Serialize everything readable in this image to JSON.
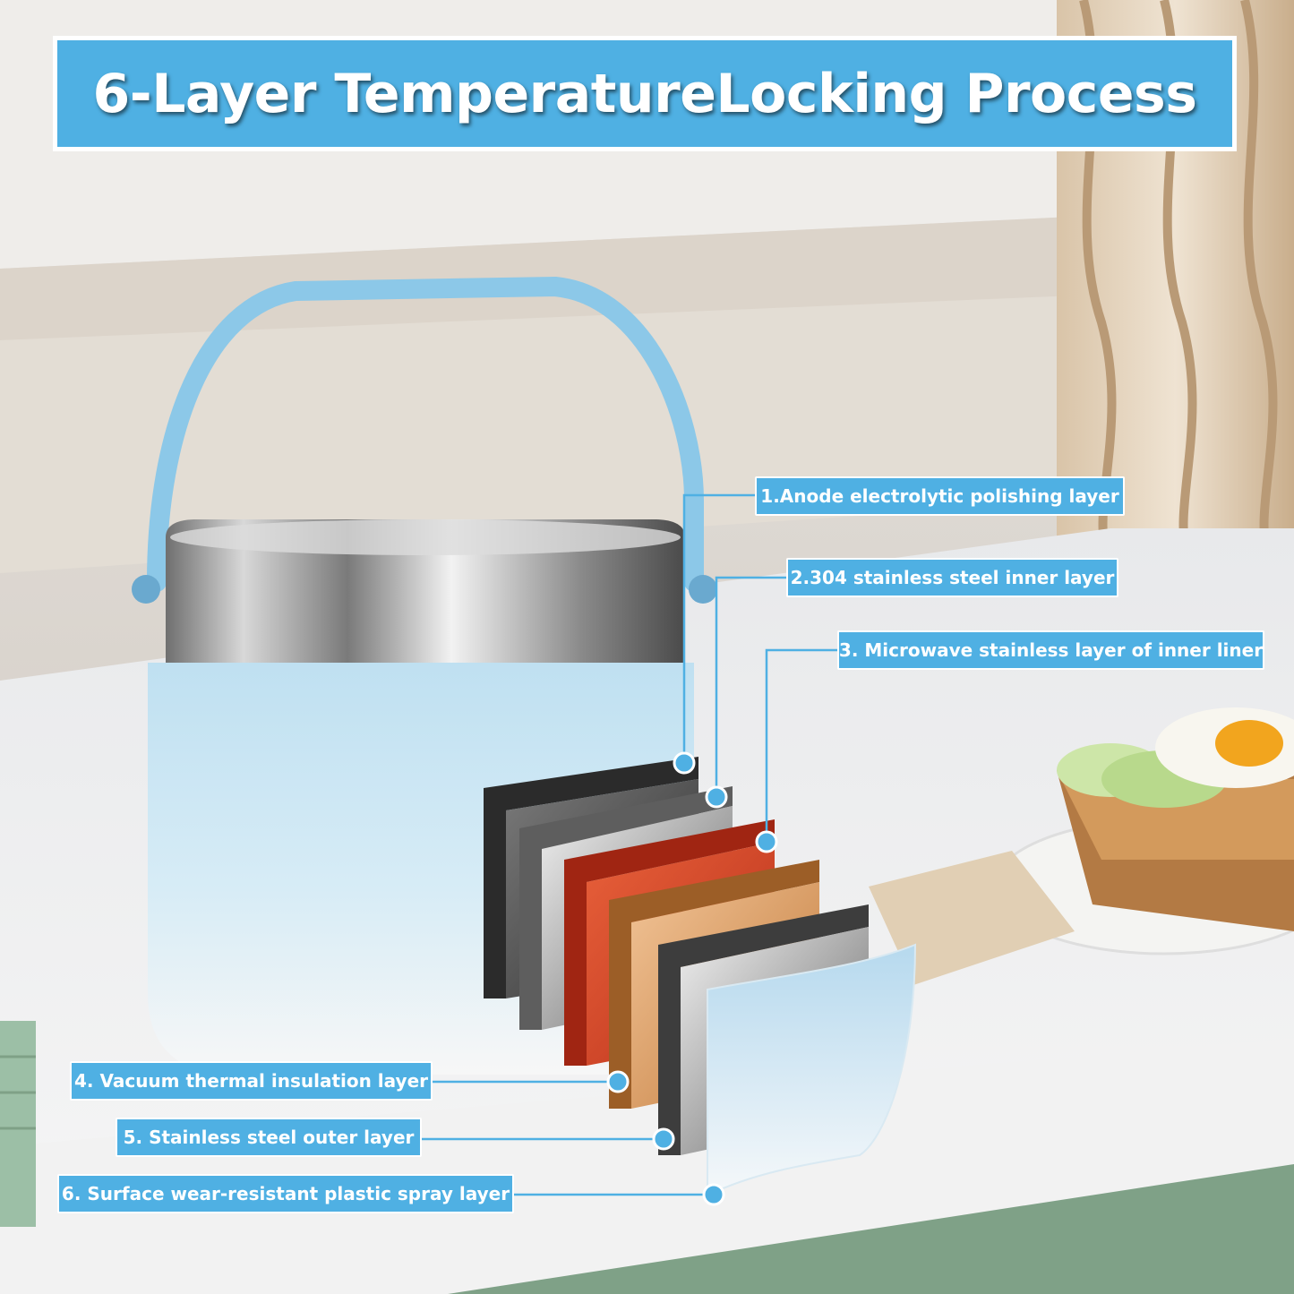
{
  "title": "6-Layer TemperatureLocking Process",
  "layers": [
    {
      "label": "1.Anode electrolytic polishing layer",
      "color": "#4a4a4a"
    },
    {
      "label": "2.304 stainless steel inner layer",
      "color": "#b9b9b9"
    },
    {
      "label": "3. Microwave stainless layer of inner liner",
      "color": "#d94a28"
    },
    {
      "label": "4. Vacuum thermal insulation layer",
      "color": "#d9924f"
    },
    {
      "label": "5. Stainless steel outer layer",
      "color": "#c9c9c9"
    },
    {
      "label": "6. Surface wear-resistant plastic spray layer",
      "color": "#cfe6f3"
    }
  ],
  "colors": {
    "accent": "#4fb0e3",
    "handle": "#8cc8e8",
    "body_top": "#bfe0f1",
    "body_bottom": "#f4f6f7"
  }
}
